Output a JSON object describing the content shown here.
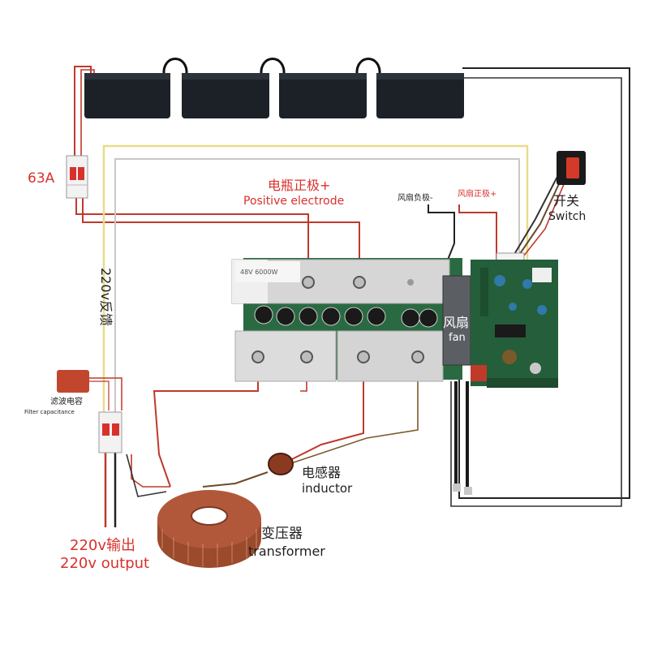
{
  "breaker_top": {
    "rating": "63A"
  },
  "battery_positive": {
    "zh": "电瓶正极+",
    "en": "Positive electrode"
  },
  "fan_wires": {
    "negative": "风扇负极-",
    "positive": "风扇正极+"
  },
  "switch": {
    "zh": "开关",
    "en": "Switch"
  },
  "feedback": {
    "label": "220v反馈"
  },
  "fan": {
    "zh": "风扇",
    "en": "fan"
  },
  "filter_capacitor": {
    "zh": "滤波电容",
    "en": "Filter capacitance"
  },
  "inductor": {
    "zh": "电感器",
    "en": "inductor"
  },
  "transformer": {
    "zh": "变压器",
    "en": "transformer"
  },
  "output": {
    "zh": "220v输出",
    "en": "220v output"
  },
  "inverter_label": {
    "model": "48V 6000W"
  },
  "colors": {
    "red_wire": "#c0392b",
    "yellow_wire": "#e8dc8a",
    "black_wire": "#222222",
    "label_red": "#d8312c",
    "battery": "#1c2127",
    "pcb": "#245e3b",
    "transformer": "#b1583a"
  }
}
